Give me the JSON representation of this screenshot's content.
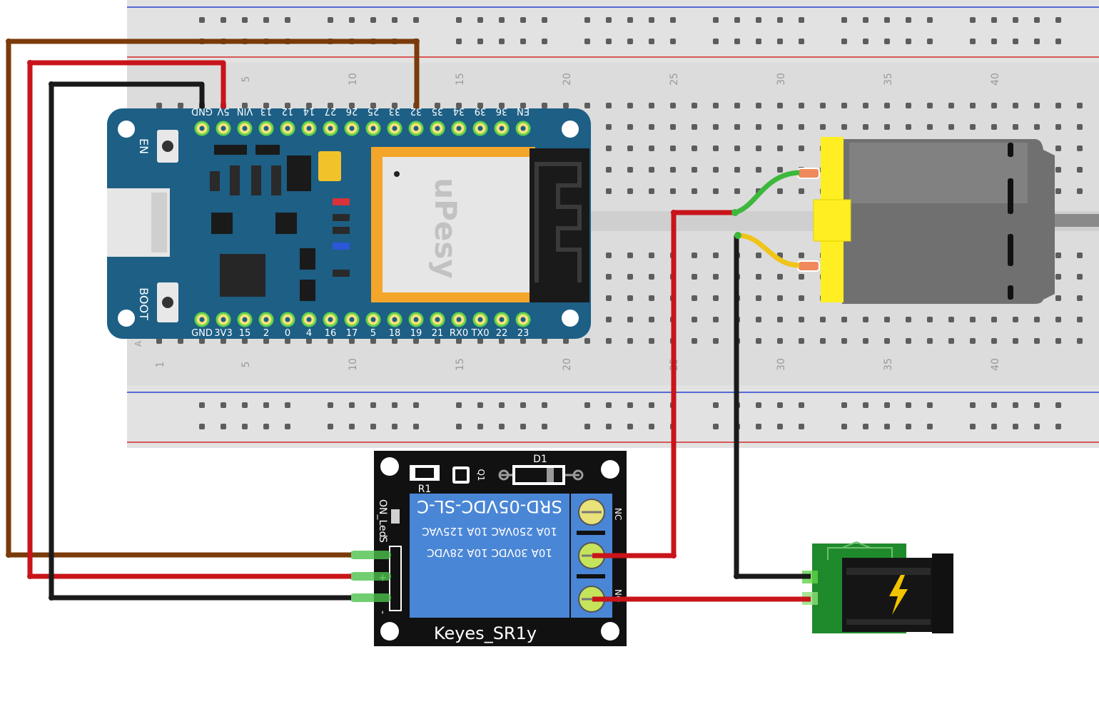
{
  "breadboard": {
    "column_numbers": [
      "1",
      "5",
      "10",
      "15",
      "20",
      "25",
      "30",
      "35",
      "40"
    ],
    "row_letter": "A"
  },
  "esp32": {
    "brand": "uPesy",
    "button_en": "EN",
    "button_boot": "BOOT",
    "top_pins": [
      "GND",
      "5V",
      "VIN",
      "13",
      "12",
      "14",
      "27",
      "26",
      "25",
      "33",
      "32",
      "35",
      "34",
      "39",
      "36",
      "EN"
    ],
    "bottom_pins": [
      "GND",
      "3V3",
      "15",
      "2",
      "0",
      "4",
      "16",
      "17",
      "5",
      "18",
      "19",
      "21",
      "RX0",
      "TX0",
      "22",
      "23"
    ]
  },
  "relay": {
    "board_name": "Keyes_SR1y",
    "relay_model": "SRD-05VDC-SL-C",
    "rating_line1": "10A  250VAC  10A  125VAC",
    "rating_line2": "10A  30VDC  10A  28VDC",
    "diode_label": "D1",
    "transistor_label": "Q1",
    "resistor_label": "R1",
    "led_label": "ON_Led",
    "pin_label_s": "S",
    "pin_label_plus": "+",
    "pin_label_minus": "-",
    "terminal_nc": "NC",
    "terminal_no": "NO"
  },
  "colors": {
    "brown_wire": "#7a3a0a",
    "red_wire": "#c8141a",
    "black_wire": "#1a1a1a",
    "green_wire": "#3cb83c",
    "yellow_wire": "#f0c419",
    "esp_board": "#1d5f85",
    "relay_body": "#4a86d6",
    "motor_cap": "#ffef22",
    "jack_board": "#1f8a2c"
  },
  "icons": {
    "power_jack": "lightning-bolt-icon"
  }
}
